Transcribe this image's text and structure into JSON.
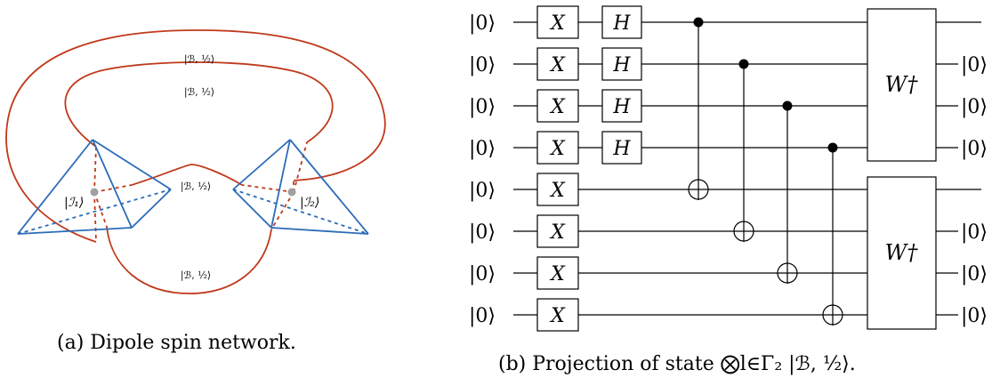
{
  "panel_a": {
    "caption": "(a) Dipole spin network.",
    "link_labels": [
      "|ℬ, ½⟩",
      "|ℬ, ½⟩",
      "|ℬ, ½⟩",
      "|ℬ, ½⟩"
    ],
    "node_labels": [
      "|ℐ₁⟩",
      "|ℐ₂⟩"
    ],
    "colors": {
      "links": "#c0391b",
      "tetrahedra": "#2b6cb8",
      "nodes": "#a0a0a0"
    }
  },
  "panel_b": {
    "caption": "(b) Projection of state ⨂l∈Γ₂ |ℬ, ½⟩.",
    "input_kets": [
      "|0⟩",
      "|0⟩",
      "|0⟩",
      "|0⟩",
      "|0⟩",
      "|0⟩",
      "|0⟩",
      "|0⟩"
    ],
    "x_gates": [
      "X",
      "X",
      "X",
      "X",
      "X",
      "X",
      "X",
      "X"
    ],
    "h_gates": [
      "H",
      "H",
      "H",
      "H"
    ],
    "w_gates": [
      "W†",
      "W†"
    ],
    "output_kets": [
      "|0⟩",
      "|0⟩",
      "|0⟩",
      "|0⟩",
      "|0⟩",
      "|0⟩"
    ]
  }
}
